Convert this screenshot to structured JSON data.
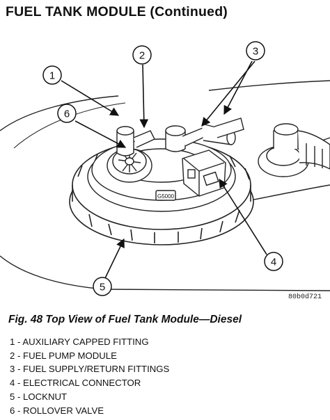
{
  "header": {
    "title": "FUEL TANK MODULE  (Continued)"
  },
  "figure": {
    "code": "80b0d721",
    "module_label": "G5000",
    "callouts": [
      "1",
      "2",
      "3",
      "4",
      "5",
      "6"
    ]
  },
  "caption": "Fig. 48 Top View of Fuel Tank Module—Diesel",
  "legend": [
    "1 - AUXILIARY CAPPED FITTING",
    "2 - FUEL PUMP MODULE",
    "3 - FUEL SUPPLY/RETURN FITTINGS",
    "4 - ELECTRICAL CONNECTOR",
    "5 - LOCKNUT",
    "6 - ROLLOVER VALVE"
  ],
  "colors": {
    "ink": "#111111",
    "background": "#ffffff"
  }
}
